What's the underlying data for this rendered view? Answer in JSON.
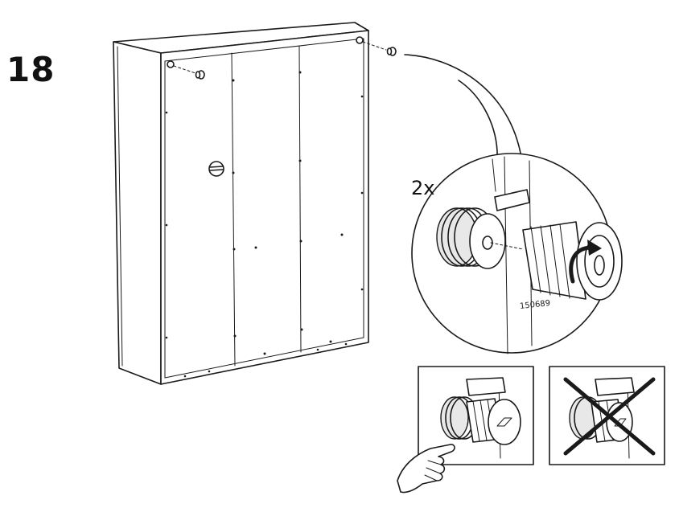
{
  "instruction": {
    "step_number": "18",
    "quantity_label": "2x",
    "part_code": "150689"
  },
  "icons": {
    "cabinet": "cabinet-back-view-icon",
    "connector": "cam-connector-icon",
    "rotate": "rotate-clockwise-arrow-icon",
    "correct": "correct-installation-icon",
    "incorrect": "incorrect-installation-icon",
    "hand": "pointing-hand-icon"
  }
}
